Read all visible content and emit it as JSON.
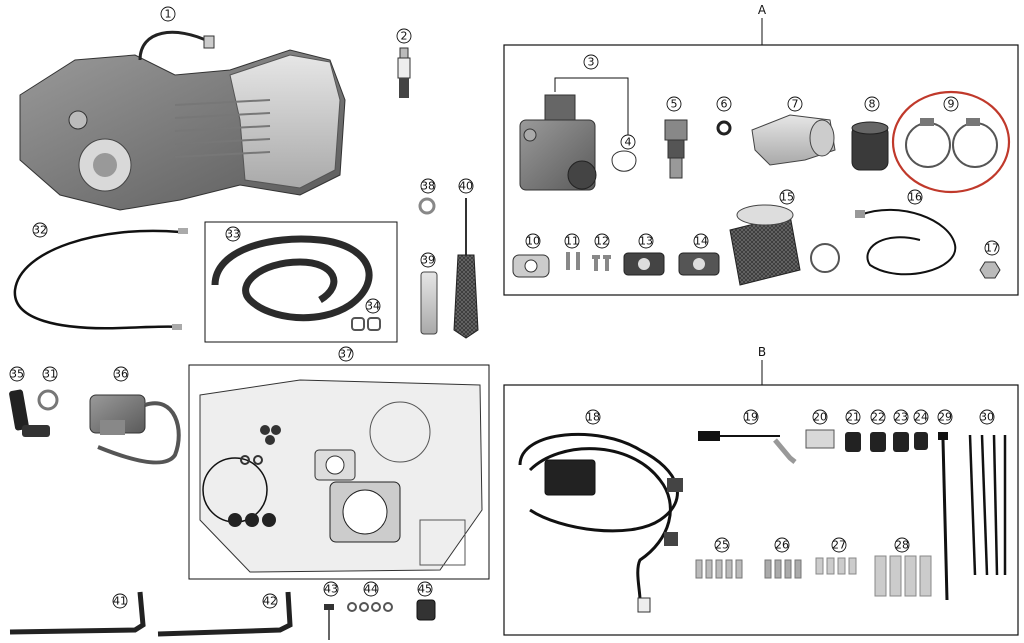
{
  "sections": [
    {
      "label": "A",
      "color": "#111111"
    },
    {
      "label": "B",
      "color": "#111111"
    }
  ],
  "highlight_color": "#c0392b",
  "highlighted_part": "9",
  "parts": [
    "1",
    "2",
    "3",
    "4",
    "5",
    "6",
    "7",
    "8",
    "9",
    "10",
    "11",
    "12",
    "13",
    "14",
    "15",
    "16",
    "17",
    "18",
    "19",
    "20",
    "21",
    "22",
    "23",
    "24",
    "25",
    "26",
    "27",
    "28",
    "29",
    "30",
    "31",
    "32",
    "33",
    "34",
    "35",
    "36",
    "37",
    "38",
    "39",
    "40",
    "41",
    "42",
    "43",
    "44",
    "45"
  ]
}
